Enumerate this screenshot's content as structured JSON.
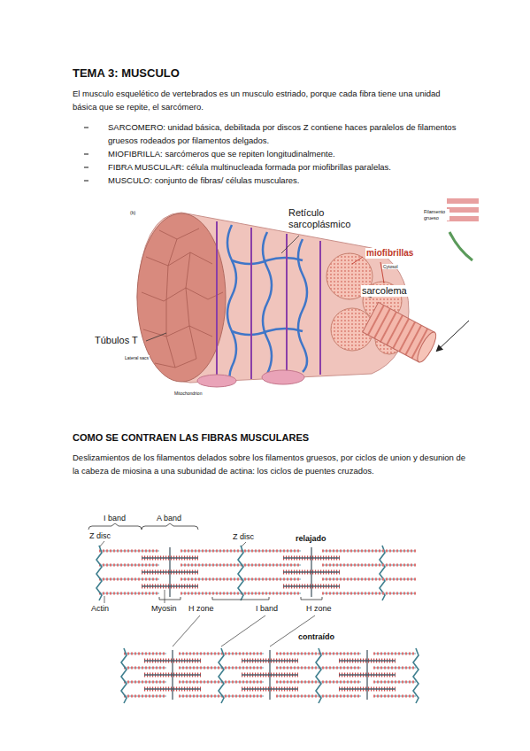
{
  "diagram": {
    "title": "TEMA 3: MUSCULO",
    "labels": [
      "El musculo esquelético de vertebrados es un musculo estriado, porque cada fibra tiene una unidad básica que se repite, el sarcómero.",
      "SARCOMERO: unidad básica, debilitada por discos Z contiene haces paralelos de filamentos gruesos rodeados por filamentos delgados.",
      "MIOFIBRILLA: sarcómeros que se repiten longitudinalmente.",
      "FIBRA MUSCULAR: célula multinucleada formada por miofibrillas paralelas.",
      "MUSCULO: conjunto de fibras/ células musculares.",
      "COMO SE CONTRAEN LAS FIBRAS MUSCULARES",
      "Deslizamientos de los filamentos delados sobre los filamentos gruesos, por ciclos de union y desunion de la cabeza de miosina a una subunidad de actina: los ciclos de puentes cruzados.",
      "(b)",
      "Retículo sarcoplásmico",
      "miofibrillas",
      "Cytosol",
      "sarcolema",
      "Túbulos T",
      "Lateral sacs",
      "Mitochondrion",
      "Filamento grueso",
      "I band",
      "A band",
      "Z disc",
      "Z disc",
      "relajado",
      "Actin",
      "Myosin",
      "H zone",
      "I band",
      "H zone",
      "contraído"
    ]
  }
}
